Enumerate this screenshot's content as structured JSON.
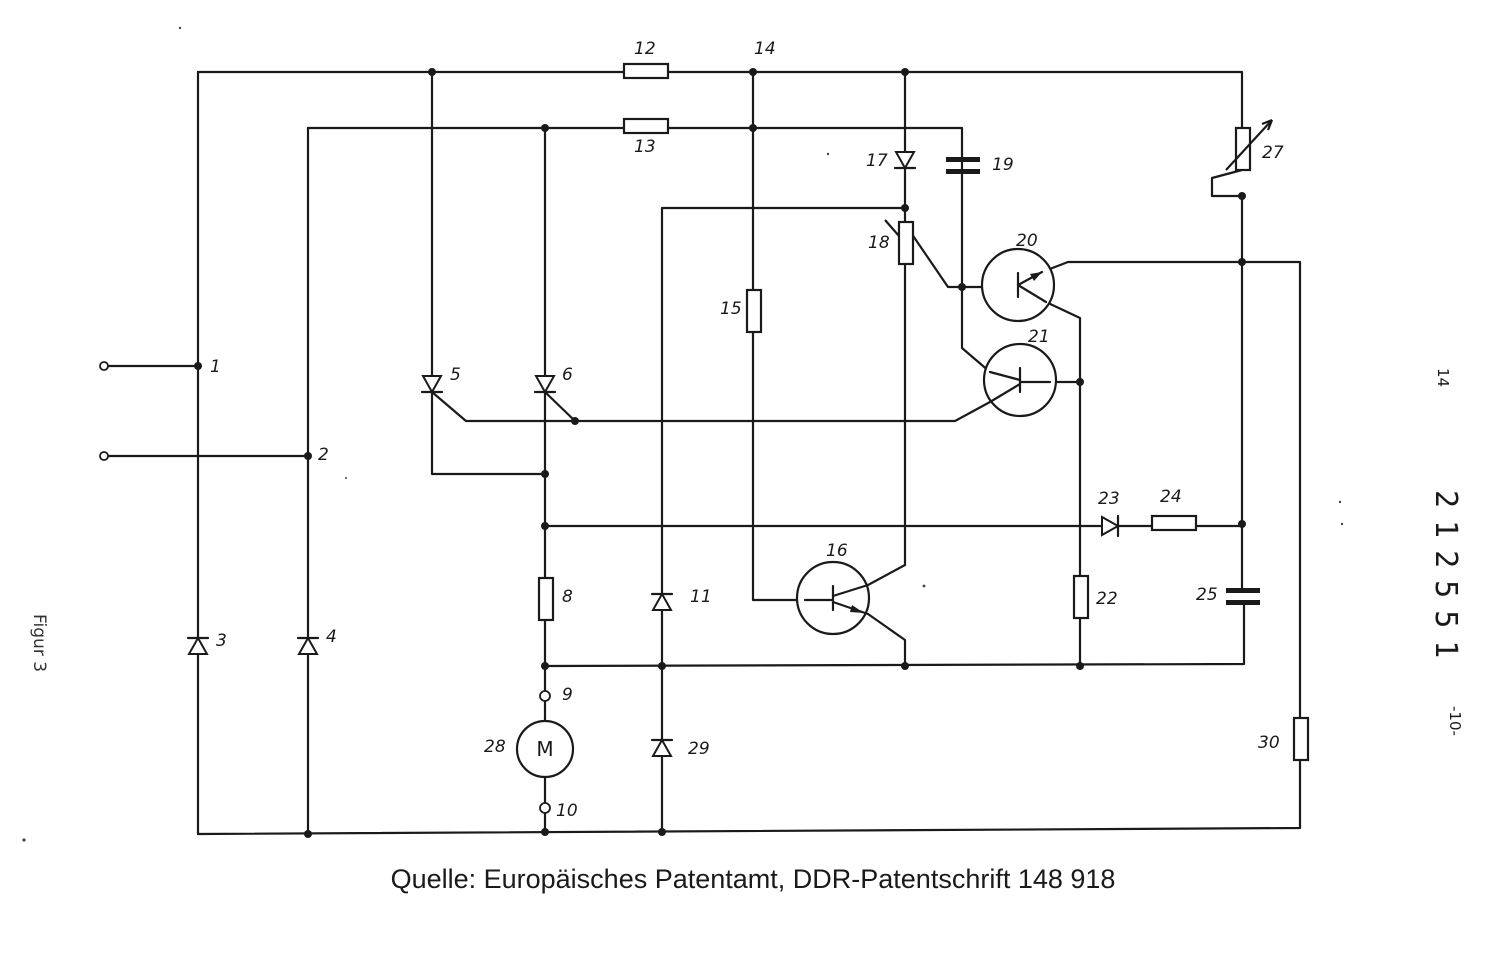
{
  "figure": {
    "side_label": "Figur 3",
    "patent_number": "212551",
    "page_number": "-10-",
    "corner_mark": "14"
  },
  "components": {
    "n1": "1",
    "n2": "2",
    "d3": "3",
    "d4": "4",
    "d5": "5",
    "d6": "6",
    "r8": "8",
    "n9": "9",
    "n10": "10",
    "d11": "11",
    "r12": "12",
    "r13": "13",
    "n14": "14",
    "r15": "15",
    "t16": "16",
    "d17": "17",
    "r18": "18",
    "c19": "19",
    "t20": "20",
    "t21": "21",
    "r22": "22",
    "d23": "23",
    "r24": "24",
    "c25": "25",
    "r27": "27",
    "m28": "28",
    "d29": "29",
    "r30": "30",
    "motor_symbol": "M"
  },
  "caption": "Quelle: Europäisches Patentamt, DDR-Patentschrift 148 918"
}
